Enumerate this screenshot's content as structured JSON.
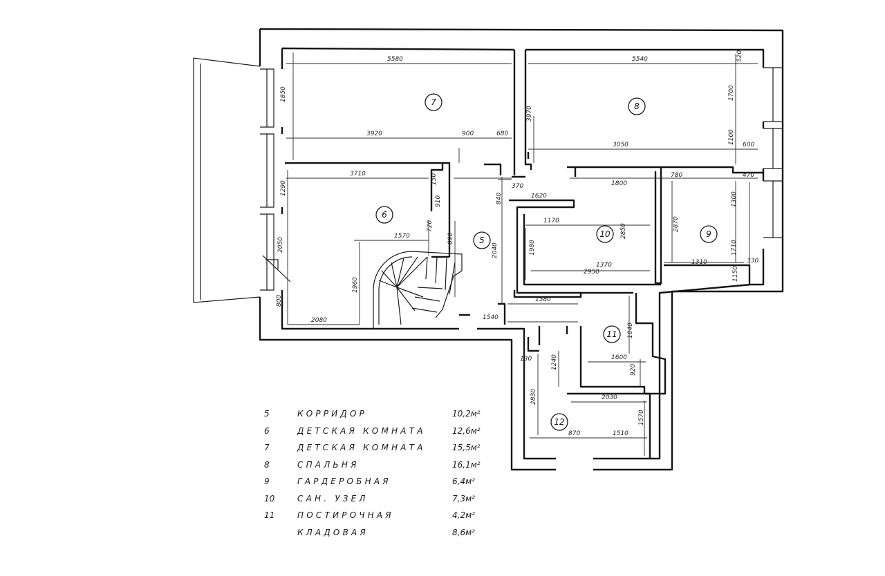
{
  "rooms": [
    {
      "number": "5"
    },
    {
      "number": "6"
    },
    {
      "number": "7"
    },
    {
      "number": "8"
    },
    {
      "number": "9"
    },
    {
      "number": "10"
    },
    {
      "number": "11"
    },
    {
      "number": "12"
    }
  ],
  "dimensions": [
    "5580",
    "5540",
    "3920",
    "3710",
    "3050",
    "2080",
    "1570",
    "1580",
    "1540",
    "2040",
    "2050",
    "1370",
    "2850",
    "2870",
    "2950",
    "1800",
    "1310",
    "1170",
    "2830",
    "1240",
    "1600",
    "2030",
    "1570",
    "1510",
    "870",
    "520",
    "920",
    "370",
    "3970",
    "1700",
    "1100",
    "1300",
    "1710",
    "1960",
    "900",
    "600",
    "680",
    "1850",
    "1290",
    "780",
    "890",
    "1620",
    "1150",
    "1980",
    "1040",
    "330",
    "840",
    "720",
    "910",
    "800",
    "150",
    "130",
    "470"
  ],
  "legend": [
    {
      "num": "5",
      "name": "КОРРИДОР",
      "area": "10,2м²"
    },
    {
      "num": "6",
      "name": "ДЕТСКАЯ КОМНАТА",
      "area": "12,6м²"
    },
    {
      "num": "7",
      "name": "ДЕТСКАЯ КОМНАТА",
      "area": "15,5м²"
    },
    {
      "num": "8",
      "name": "СПАЛЬНЯ",
      "area": "16,1м²"
    },
    {
      "num": "9",
      "name": "ГАРДЕРОБНАЯ",
      "area": "6,4м²"
    },
    {
      "num": "10",
      "name": "САН. УЗЕЛ",
      "area": "7,3м²"
    },
    {
      "num": "11",
      "name": "ПОСТИРОЧНАЯ",
      "area": "4,2м²"
    },
    {
      "num": "",
      "name": "КЛАДОВАЯ",
      "area": "8,6м²"
    }
  ],
  "colors": {
    "ink": "#141414",
    "paper": "#ffffff"
  }
}
